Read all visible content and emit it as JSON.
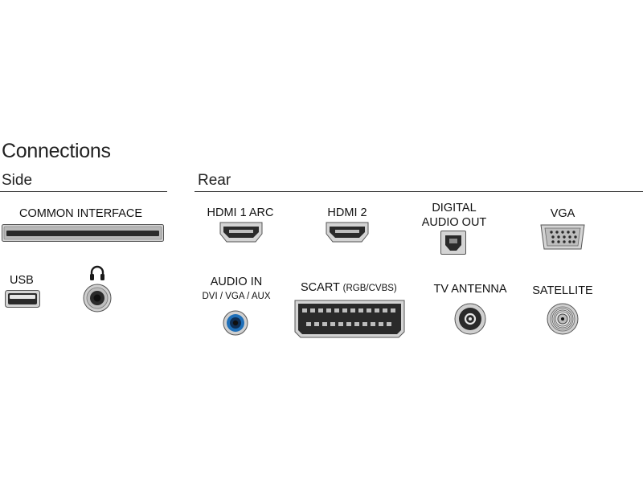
{
  "title": "Connections",
  "sections": {
    "side": "Side",
    "rear": "Rear"
  },
  "side": {
    "common_interface": "COMMON INTERFACE",
    "usb": "USB",
    "headphone_icon": "headphones-icon"
  },
  "rear": {
    "hdmi1": "HDMI 1 ARC",
    "hdmi2": "HDMI 2",
    "digital_audio_line1": "DIGITAL",
    "digital_audio_line2": "AUDIO OUT",
    "vga": "VGA",
    "audio_in": "AUDIO IN",
    "audio_in_sub": "DVI / VGA / AUX",
    "scart": "SCART",
    "scart_sub": "(RGB/CVBS)",
    "tv_antenna": "TV ANTENNA",
    "satellite": "SATELLITE"
  },
  "colors": {
    "port_fill": "#cfcfcf",
    "port_dark": "#2a2a2a",
    "audio_in_ring": "#1f6fb8"
  }
}
